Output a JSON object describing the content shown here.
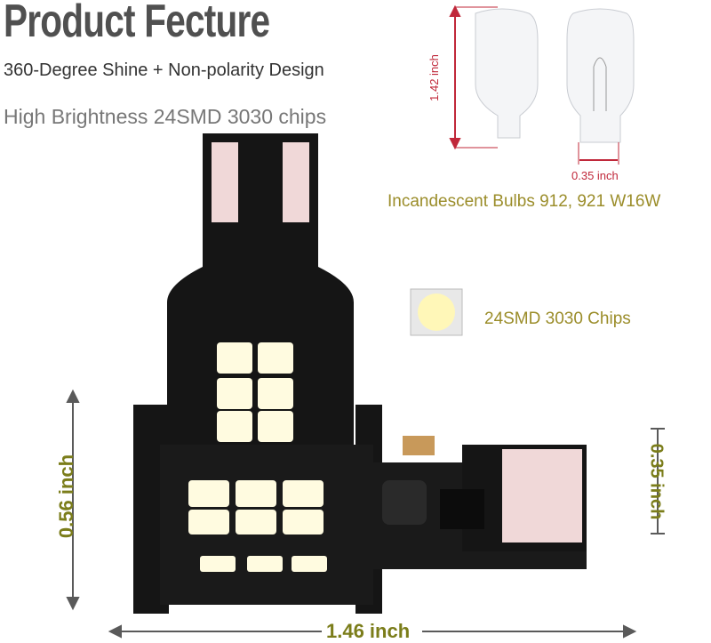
{
  "title": "Product Fecture",
  "subtitle_1": "360-Degree Shine + Non-polarity Design",
  "subtitle_2": "High Brightness 24SMD 3030 chips",
  "bulb_diagram": {
    "height_label": "1.42 inch",
    "width_label": "0.35 inch",
    "caption": "Incandescent Bulbs 912, 921 W16W"
  },
  "chip_caption": "24SMD 3030 Chips",
  "dimensions": {
    "height": "0.56 inch",
    "base_width": "0.35 inch",
    "length": "1.46 inch"
  },
  "colors": {
    "title": "#505050",
    "caption": "#9b8d2a",
    "dimension": "#7b7d1a",
    "bulb_dimension": "#c0283a",
    "pcb": "#151515",
    "led": "#fffbe0"
  }
}
